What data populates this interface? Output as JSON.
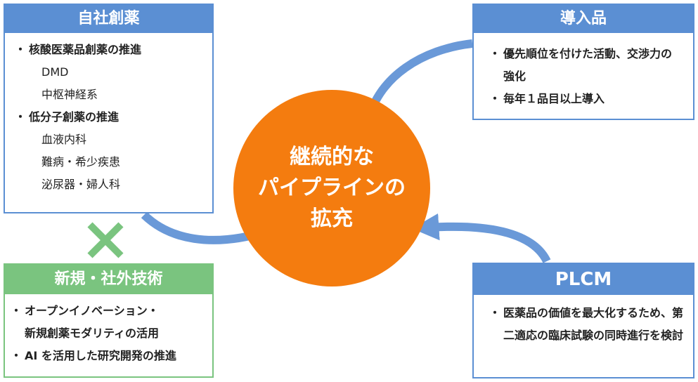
{
  "colors": {
    "box_blue": "#5b8fd3",
    "box_green": "#7ac47f",
    "arrow_blue": "#6a99d8",
    "center_orange": "#f47c0f",
    "cross_green": "#7ac47f"
  },
  "center": {
    "lines": [
      "継続的な",
      "パイプラインの",
      "拡充"
    ]
  },
  "in_house": {
    "title": "自社創薬",
    "items": [
      {
        "text": "核酸医薬品創薬の推進",
        "subs": [
          "DMD",
          "中枢神経系"
        ]
      },
      {
        "text": "低分子創薬の推進",
        "subs": [
          "血液内科",
          "難病・希少疾患",
          "泌尿器・婦人科"
        ]
      }
    ]
  },
  "new_tech": {
    "title": "新規・社外技術",
    "items": [
      {
        "text": "オープンイノベーション・",
        "cont": "新規創薬モダリティの活用"
      },
      {
        "text": "AI を活用した研究開発の推進"
      }
    ]
  },
  "in_license": {
    "title": "導入品",
    "items": [
      {
        "text": "優先順位を付けた活動、交渉力の強化"
      },
      {
        "text": "毎年１品目以上導入"
      }
    ]
  },
  "plcm": {
    "title": "PLCM",
    "items": [
      {
        "text": "医薬品の価値を最大化するため、第二適応の臨床試験の同時進行を検討"
      }
    ]
  },
  "icons": {
    "cross": "cross-icon",
    "arrow": "curved-arrow-icon"
  }
}
